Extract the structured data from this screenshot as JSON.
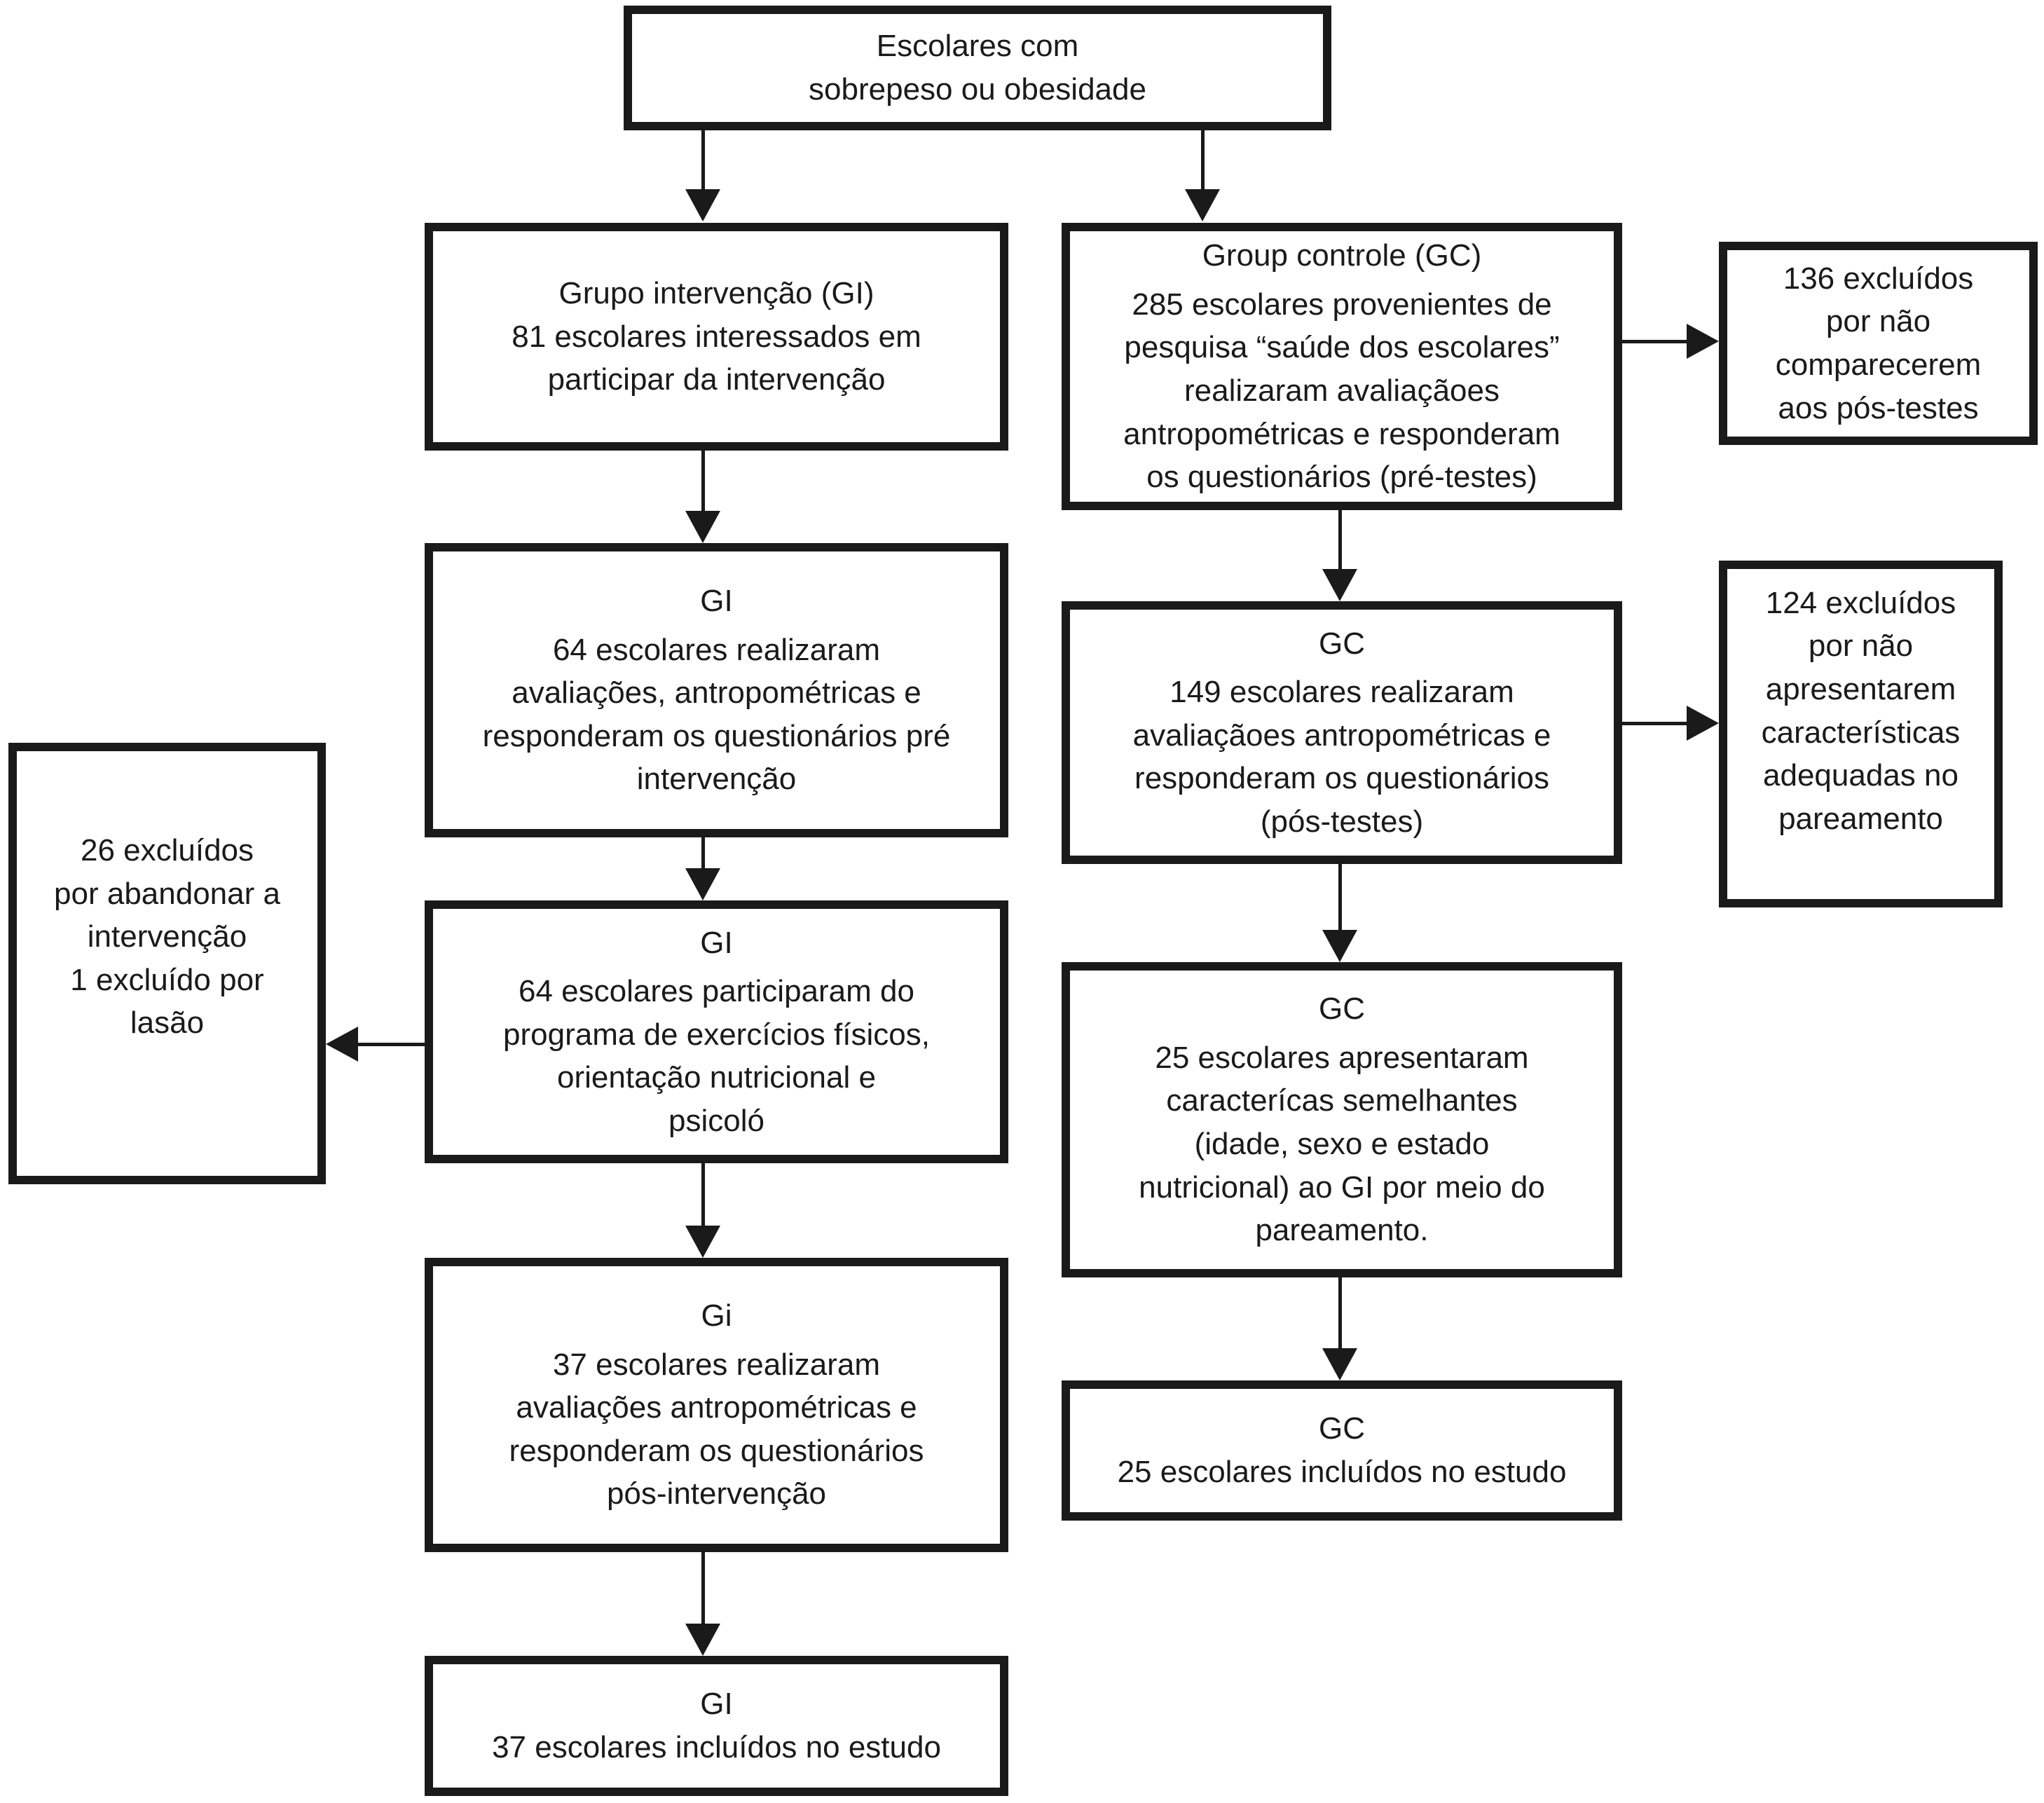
{
  "colors": {
    "line": "#1a1a1a",
    "box_background": "#ffffff"
  },
  "boxes": {
    "top": {
      "lines": [
        "Escolares com",
        "sobrepeso ou obesidade"
      ]
    },
    "gi1": {
      "lines": [
        "Grupo intervenção (GI)",
        "81 escolares interessados em",
        "participar da intervenção"
      ]
    },
    "gc1": {
      "title": "Group controle (GC)",
      "body": [
        "285 escolares provenientes de",
        "pesquisa “saúde dos escolares”",
        "realizaram avaliaçãoes",
        "antropométricas e responderam",
        "os questionários (pré-testes)"
      ]
    },
    "excl136": {
      "lines": [
        "136 excluídos",
        "por não",
        "comparecerem",
        "aos pós-testes"
      ]
    },
    "gi2": {
      "title": "GI",
      "body": [
        "64 escolares realizaram",
        "avaliações, antropométricas e",
        "responderam os questionários pré",
        "intervenção"
      ]
    },
    "gc2": {
      "title": "GC",
      "body": [
        "149 escolares realizaram",
        "avaliaçãoes antropométricas e",
        "responderam os questionários",
        "(pós-testes)"
      ]
    },
    "excl124": {
      "lines": [
        "124 excluídos",
        "por não",
        "apresentarem",
        "características",
        "adequadas no",
        "pareamento"
      ]
    },
    "excl26": {
      "lines": [
        "26 excluídos",
        "por abandonar a",
        "intervenção",
        "1 excluído por",
        "lasão"
      ]
    },
    "gi3": {
      "title": "GI",
      "body": [
        "64 escolares participaram do",
        "programa de exercícios físicos,",
        "orientação nutricional e",
        "psicoló"
      ]
    },
    "gc3": {
      "title": "GC",
      "body": [
        "25 escolares apresentaram",
        "caracterícas semelhantes",
        "(idade, sexo e estado",
        "nutricional) ao GI por meio do",
        "pareamento."
      ]
    },
    "gi4": {
      "title": "Gi",
      "body": [
        "37 escolares realizaram",
        "avaliações antropométricas e",
        "responderam os questionários",
        "pós-intervenção"
      ]
    },
    "gc4": {
      "title": "GC",
      "body": [
        "25 escolares incluídos no estudo"
      ]
    },
    "gi5": {
      "title": "GI",
      "body": [
        "37 escolares incluídos no estudo"
      ]
    }
  }
}
